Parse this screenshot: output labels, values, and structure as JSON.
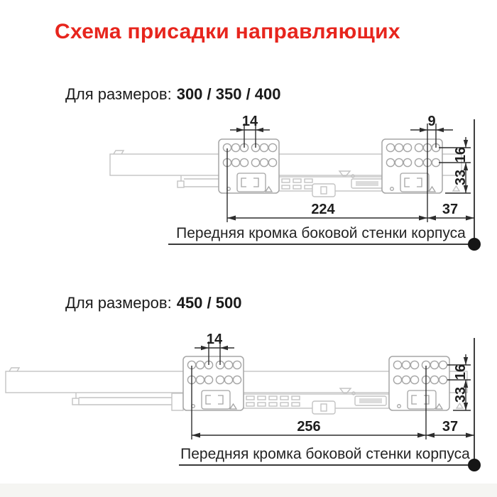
{
  "title": {
    "text": "Схема присадки направляющих"
  },
  "colors": {
    "title_red": "#e7251d",
    "dim_dark": "#2d2d2d",
    "draw_gray": "#a5a5a5",
    "rail_gray": "#c3c3c3",
    "band_gray": "#f5f5f2"
  },
  "sections": [
    {
      "label": "Для размеров:",
      "sizes": "300 / 350 / 400",
      "dims": {
        "pitch": "14",
        "pitch_right": "9",
        "v_top": "16",
        "v_bottom": "33",
        "h_main": "224",
        "h_offset": "37"
      },
      "caption": "Передняя кромка боковой стенки корпуса"
    },
    {
      "label": "Для размеров:",
      "sizes": "450 / 500",
      "dims": {
        "pitch": "14",
        "v_top": "16",
        "v_bottom": "33",
        "h_main": "256",
        "h_offset": "37"
      },
      "caption": "Передняя кромка боковой стенки корпуса"
    }
  ]
}
